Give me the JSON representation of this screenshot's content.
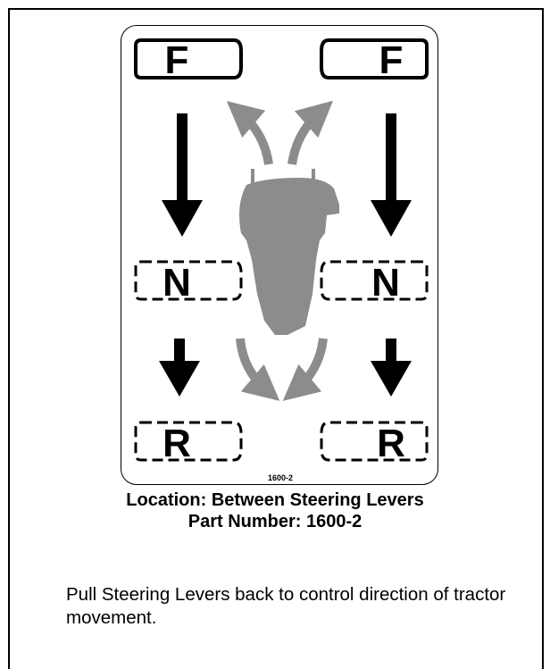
{
  "decal": {
    "forward_label": "F",
    "neutral_label": "N",
    "reverse_label": "R",
    "part_code": "1600-2"
  },
  "caption": {
    "location": "Location: Between Steering Levers",
    "part_number": "Part Number: 1600-2"
  },
  "instruction": "Pull Steering Levers back to control direction of tractor movement.",
  "colors": {
    "ink": "#000000",
    "tractor_gray": "#8c8c8c"
  }
}
